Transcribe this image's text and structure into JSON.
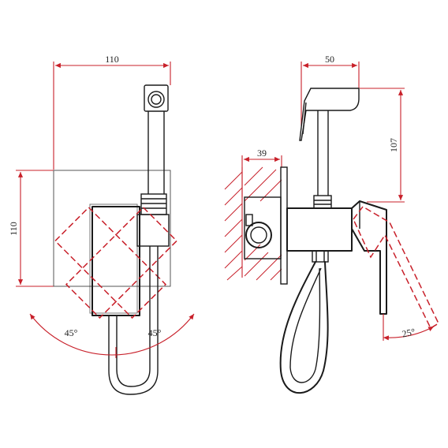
{
  "dimensions": {
    "front_width": "110",
    "front_height": "110",
    "front_angle_left": "45°",
    "front_angle_right": "45°",
    "side_head_width": "50",
    "side_head_height": "107",
    "side_body_depth": "39",
    "side_lever_angle": "25°"
  },
  "colors": {
    "dimension_lines": "#c8202a",
    "outline": "#1a1a1a",
    "background": "#ffffff"
  }
}
